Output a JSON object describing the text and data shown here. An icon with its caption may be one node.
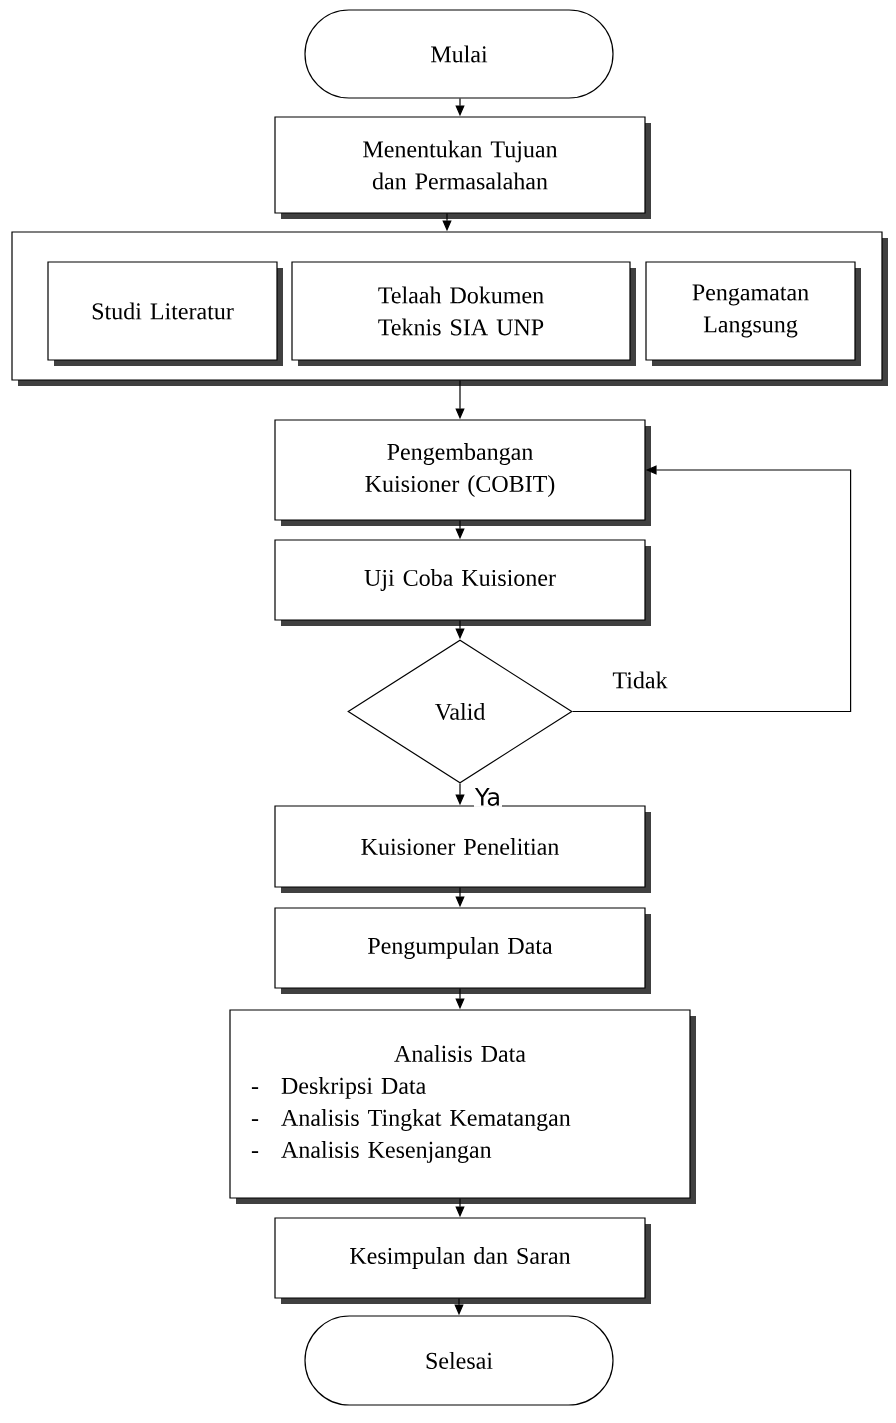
{
  "diagram": {
    "nodes": [
      {
        "text": [
          "Mulai"
        ]
      },
      {
        "text": [
          "Menentukan Tujuan dan Permasalahan"
        ]
      },
      {
        "text": [],
        "shape": "box"
      },
      {
        "text": [
          "Studi Literatur"
        ],
        "in": 2
      },
      {
        "text": [
          "Telaah Dokumen Teknis SIA UNP"
        ],
        "in": 2
      },
      {
        "text": [
          "Pengamatan Langsung"
        ],
        "in": 2
      },
      {
        "text": [
          "Pengembangan Kuisioner (COBIT)"
        ]
      },
      {
        "text": [
          "Uji Coba Kuisioner"
        ]
      },
      {
        "text": [
          "Valid"
        ]
      },
      {
        "text": [
          "Kuisioner Penelitian"
        ]
      },
      {
        "text": [
          "Pengumpulan Data"
        ]
      },
      {
        "text": [
          "Analisis Data",
          "Deskripsi Data",
          "Analisis Tingkat Kematangan",
          "Analisis Kesenjangan"
        ]
      },
      {
        "text": [
          "Kesimpulan dan Saran"
        ]
      },
      {
        "text": [
          "Selesai"
        ]
      }
    ],
    "edges": [
      {
        "from": 0,
        "to": 1,
        "arrow": "to"
      },
      {
        "from": 1,
        "to": 2,
        "arrow": "to"
      },
      {
        "from": 2,
        "to": 6,
        "arrow": "to"
      },
      {
        "from": 6,
        "to": 7,
        "arrow": "to"
      },
      {
        "from": 7,
        "to": 8,
        "arrow": "to"
      },
      {
        "from": 8,
        "to": 9,
        "arrow": "to",
        "label": "Ya"
      },
      {
        "from": 8,
        "to": 6,
        "arrow": "to",
        "label": "Tidak"
      },
      {
        "from": 9,
        "to": 10,
        "arrow": "to"
      },
      {
        "from": 10,
        "to": 11,
        "arrow": "to"
      },
      {
        "from": 11,
        "to": 12,
        "arrow": "to"
      },
      {
        "from": 12,
        "to": 13,
        "arrow": "to"
      }
    ],
    "labels": [
      "-",
      "-",
      "-"
    ]
  }
}
